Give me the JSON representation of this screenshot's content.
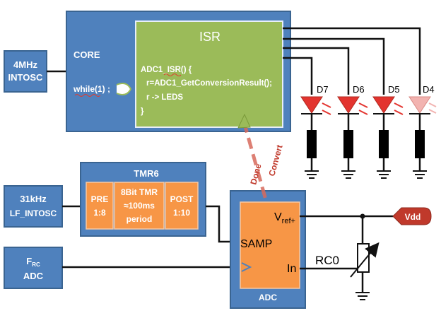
{
  "blocks": {
    "osc4": {
      "line1": "4MHz",
      "line2": "INTOSC"
    },
    "core": {
      "label": "CORE",
      "loop": "while(1) ;"
    },
    "isr": {
      "title": "ISR",
      "code": [
        "ADC1_ISR() {",
        "r=ADC1_GetConversionResult();",
        "r -> LEDS",
        "}"
      ]
    },
    "leds": [
      "D7",
      "D6",
      "D5",
      "D4"
    ],
    "osc31": {
      "line1": "31kHz",
      "line2": "LF_INTOSC"
    },
    "tmr6": {
      "title": "TMR6",
      "pre": {
        "line1": "PRE",
        "line2": "1:8"
      },
      "tmr": {
        "line1": "8Bit TMR",
        "line2": "≈100ms",
        "line3": "period"
      },
      "post": {
        "line1": "POST",
        "line2": "1:10"
      }
    },
    "frc": {
      "main": "F",
      "sub": "RC",
      "line2": "ADC"
    },
    "adc": {
      "label": "ADC",
      "vref_main": "V",
      "vref_sub": "ref+",
      "samp": "SAMP",
      "in": "In"
    },
    "rc0": "RC0",
    "vdd": "Vdd",
    "signals": {
      "done": "Done",
      "convert": "Convert"
    }
  },
  "colors": {
    "block_blue": "#4f81bd",
    "isr_green": "#9bbb59",
    "tmr_orange": "#f79646",
    "led_on": "#e3342f",
    "led_off": "#f2b3b0",
    "vdd_red": "#c0392b"
  }
}
